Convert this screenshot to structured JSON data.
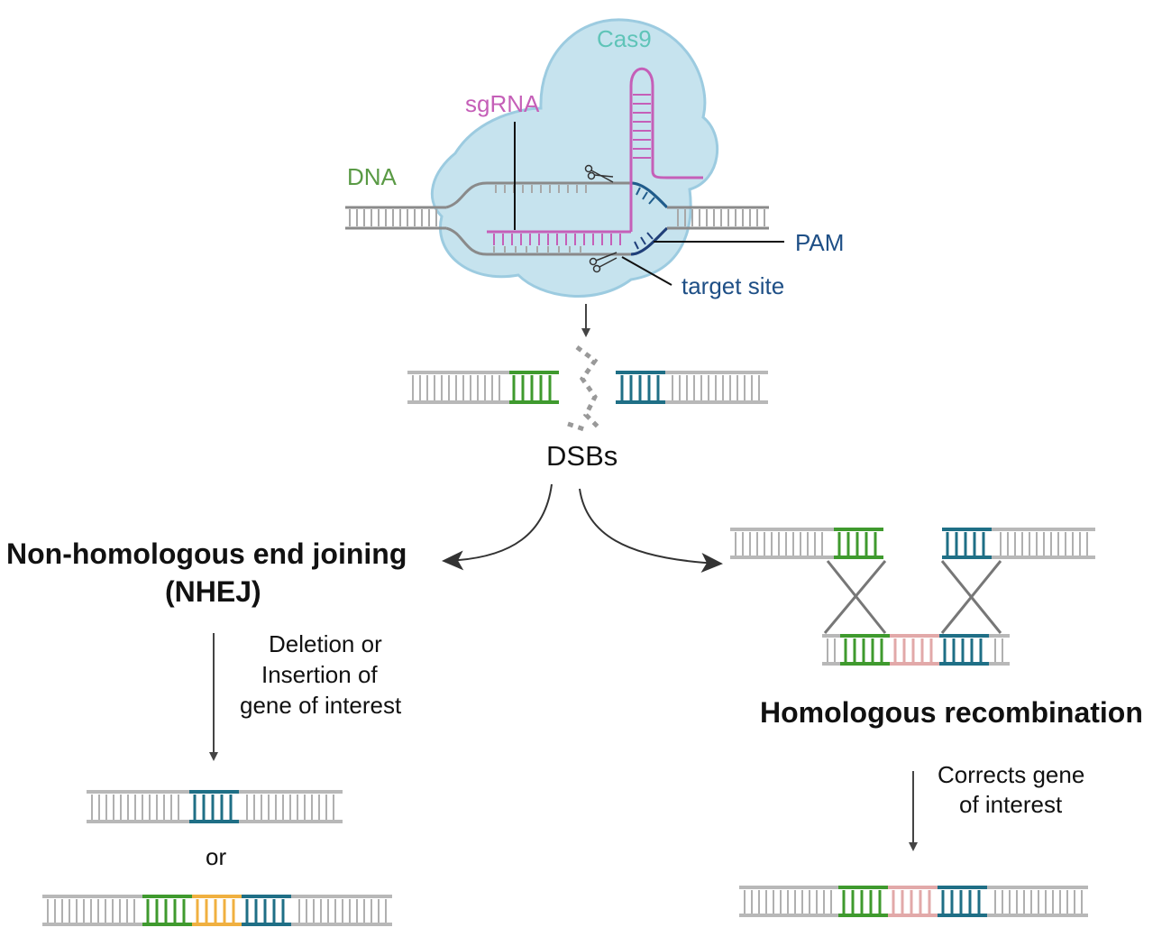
{
  "labels": {
    "cas9": "Cas9",
    "sgrna": "sgRNA",
    "dna": "DNA",
    "pam": "PAM",
    "target_site": "target site",
    "dsbs": "DSBs",
    "nhej_title_line1": "Non-homologous end joining",
    "nhej_title_line2": "(NHEJ)",
    "nhej_note_line1": "Deletion or",
    "nhej_note_line2": "Insertion of",
    "nhej_note_line3": "gene of interest",
    "or": "or",
    "hr_title": "Homologous recombination",
    "hr_note_line1": "Corrects gene",
    "hr_note_line2": "of interest"
  },
  "colors": {
    "cas9_fill": "#c6e3ee",
    "cas9_stroke": "#9ccbe0",
    "cas9_text": "#5fc4b8",
    "sgrna": "#c55fb8",
    "dna_label": "#5a9a45",
    "dna_grey": "#a8a8a8",
    "dna_dark": "#7a7a7a",
    "pam_text": "#1e4f86",
    "pam_blue": "#1f5c8c",
    "segment_green": "#3f9a2e",
    "segment_teal": "#1f6f86",
    "segment_orange": "#f0b040",
    "segment_pink": "#e2a9a9",
    "arrow": "#444444",
    "text": "#111111"
  }
}
